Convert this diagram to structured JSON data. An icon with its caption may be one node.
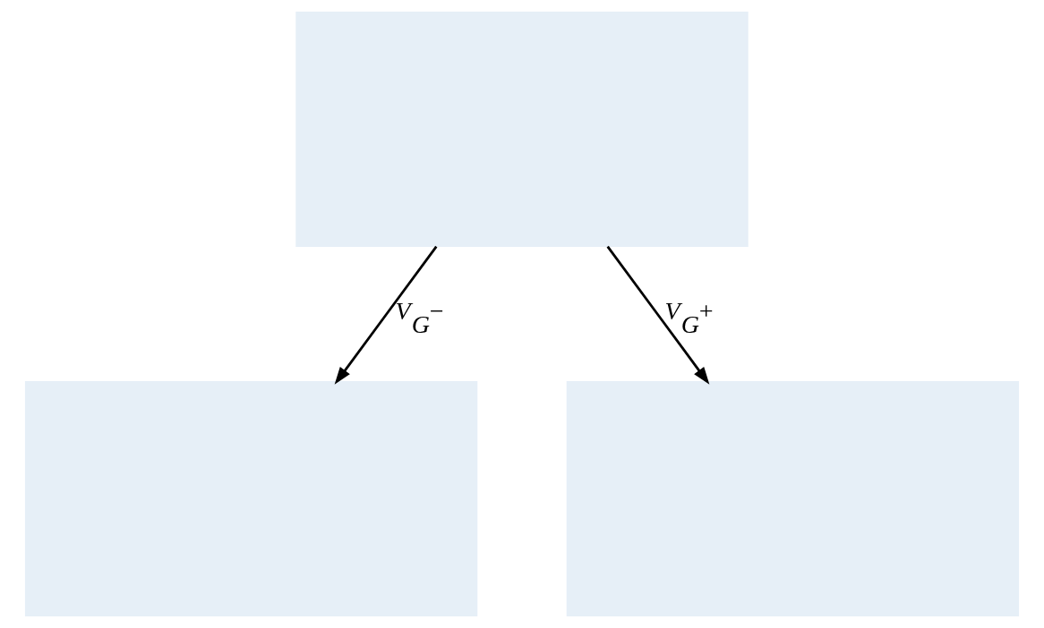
{
  "diagram": {
    "nodes": [
      {
        "text": [],
        "shape": "box"
      },
      {
        "text": [],
        "shape": "box"
      },
      {
        "text": [],
        "shape": "box"
      }
    ],
    "edges": [
      {
        "from": 0,
        "to": 1,
        "arrow": "to",
        "label": "V$_{G}$−"
      },
      {
        "from": 0,
        "to": 2,
        "arrow": "to",
        "label": "V$_{G}$+"
      }
    ]
  }
}
